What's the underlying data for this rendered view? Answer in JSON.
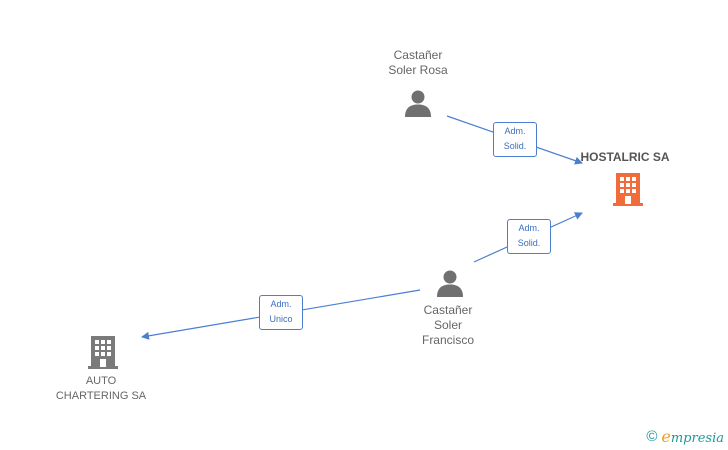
{
  "nodes": {
    "castaner_rosa": {
      "label": "Castañer\nSoler Rosa",
      "kind": "person"
    },
    "hostalric": {
      "label": "HOSTALRIC SA",
      "kind": "company",
      "highlight": true,
      "color": "#f26b3a"
    },
    "castaner_francisco": {
      "label": "Castañer\nSoler\nFrancisco",
      "kind": "person"
    },
    "auto_chartering": {
      "label": "AUTO\nCHARTERING SA",
      "kind": "company",
      "color": "#7a7a7a"
    }
  },
  "edges": [
    {
      "from": "castaner_rosa",
      "to": "hostalric",
      "label": "Adm.\nSolid."
    },
    {
      "from": "castaner_francisco",
      "to": "hostalric",
      "label": "Adm.\nSolid."
    },
    {
      "from": "castaner_francisco",
      "to": "auto_chartering",
      "label": "Adm.\nUnico"
    }
  ],
  "colors": {
    "edge": "#4a7fd0",
    "person_icon": "#707070"
  },
  "brand": {
    "copyright": "©",
    "name_initial": "e",
    "name_rest": "mpresia"
  }
}
